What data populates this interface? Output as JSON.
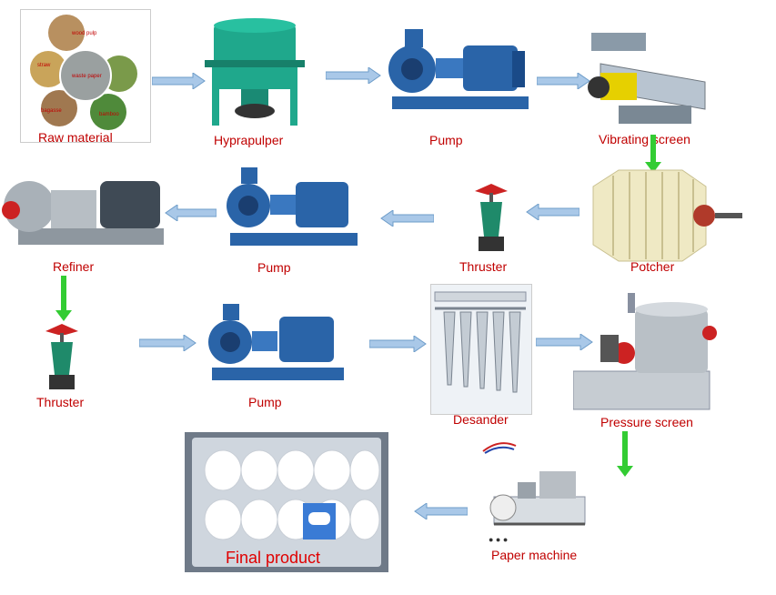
{
  "colors": {
    "label": "#c00000",
    "arrow_blue_fill": "#a9c8e8",
    "arrow_blue_stroke": "#6d9cc9",
    "arrow_green": "#33cc33",
    "machine_blue": "#2a64a8",
    "machine_teal": "#1f9c86",
    "final_red": "#e00000"
  },
  "steps": [
    {
      "id": "raw",
      "label": "Raw material"
    },
    {
      "id": "hydrapulper",
      "label": "Hyprapulper"
    },
    {
      "id": "pump1",
      "label": "Pump"
    },
    {
      "id": "vibrating",
      "label": "Vibrating screen"
    },
    {
      "id": "potcher",
      "label": "Potcher"
    },
    {
      "id": "thruster1",
      "label": "Thruster"
    },
    {
      "id": "pump2",
      "label": "Pump"
    },
    {
      "id": "refiner",
      "label": "Refiner"
    },
    {
      "id": "thruster2",
      "label": "Thruster"
    },
    {
      "id": "pump3",
      "label": "Pump"
    },
    {
      "id": "desander",
      "label": "Desander"
    },
    {
      "id": "pressure",
      "label": "Pressure screen"
    },
    {
      "id": "paper",
      "label": "Paper machine"
    },
    {
      "id": "final",
      "label": "Final product"
    }
  ],
  "raw_materials": [
    "wood pulp",
    "straw",
    "waste paper",
    "bagasse",
    "bamboo"
  ]
}
